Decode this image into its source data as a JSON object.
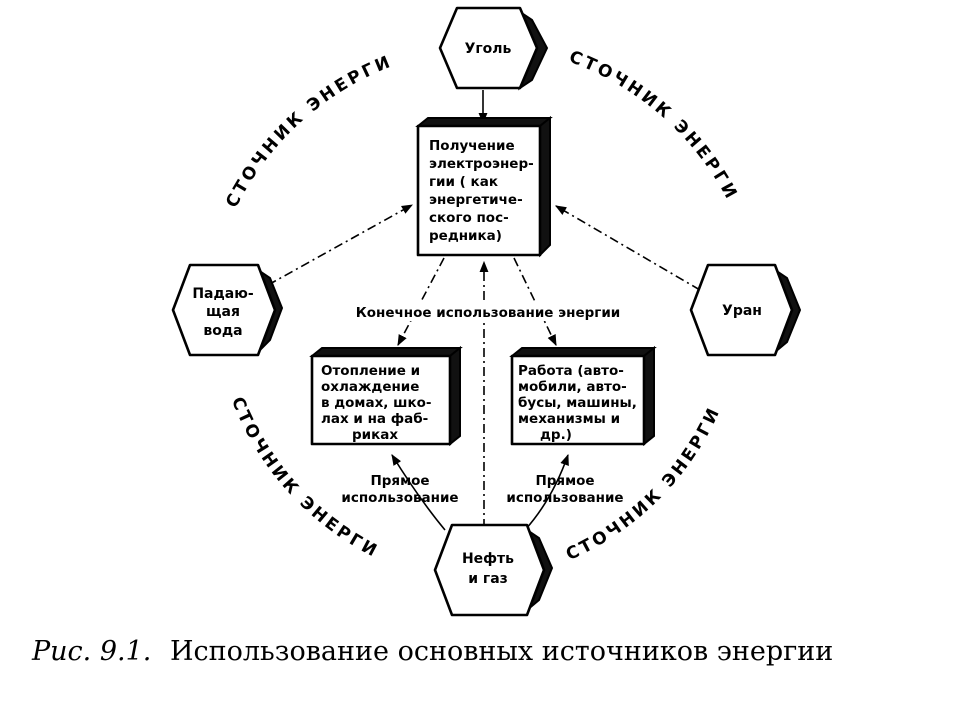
{
  "sources": {
    "coal": "Уголь",
    "water": [
      "Падаю-",
      "щая",
      "вода"
    ],
    "uranium": "Уран",
    "oil_gas": [
      "Нефть",
      "и газ"
    ]
  },
  "boxes": {
    "electricity": [
      "Получение",
      "электроэнер-",
      "гии ( как",
      "энергетиче-",
      "ского пос-",
      "редника)"
    ],
    "heating": [
      "Отопление и",
      "охлаждение",
      "в домах, шко-",
      "лах и на фаб-",
      "риках"
    ],
    "work": [
      "Работа (авто-",
      "мобили, авто-",
      "бусы, машины,",
      "механизмы и",
      "др.)"
    ]
  },
  "arc_label": "ИСТОЧНИК ЭНЕРГИИ",
  "edge_labels": {
    "final_use": "Конечное использование энергии",
    "direct_use_left": [
      "Прямое",
      "использование"
    ],
    "direct_use_right": [
      "Прямое",
      "использование"
    ]
  },
  "caption": {
    "number": "Рис. 9.1.",
    "title": "Использование основных источников энергии"
  }
}
